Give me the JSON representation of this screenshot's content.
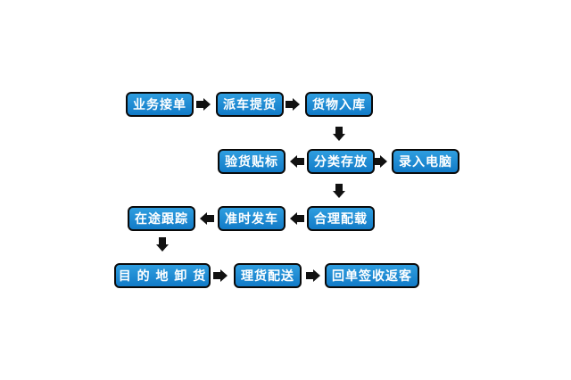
{
  "colors": {
    "box_fill": "#1a8ad6",
    "box_border": "#0a0a0a",
    "text": "#ffffff",
    "arrow": "#111111"
  },
  "nodes": {
    "order_taking": "业务接单",
    "dispatch_pickup": "派车提货",
    "goods_warehousing": "货物入库",
    "inspection_labeling": "验货贴标",
    "sorting_storage": "分类存放",
    "computer_entry": "录入电脑",
    "consolidation_loading": "合理配载",
    "timely_dispatch": "准时发车",
    "in_transit_tracking": "在途跟踪",
    "destination_unloading": "目 的 地 卸 货",
    "goods_distribution": "理货配送",
    "receipt_return": "回单签收返客"
  }
}
